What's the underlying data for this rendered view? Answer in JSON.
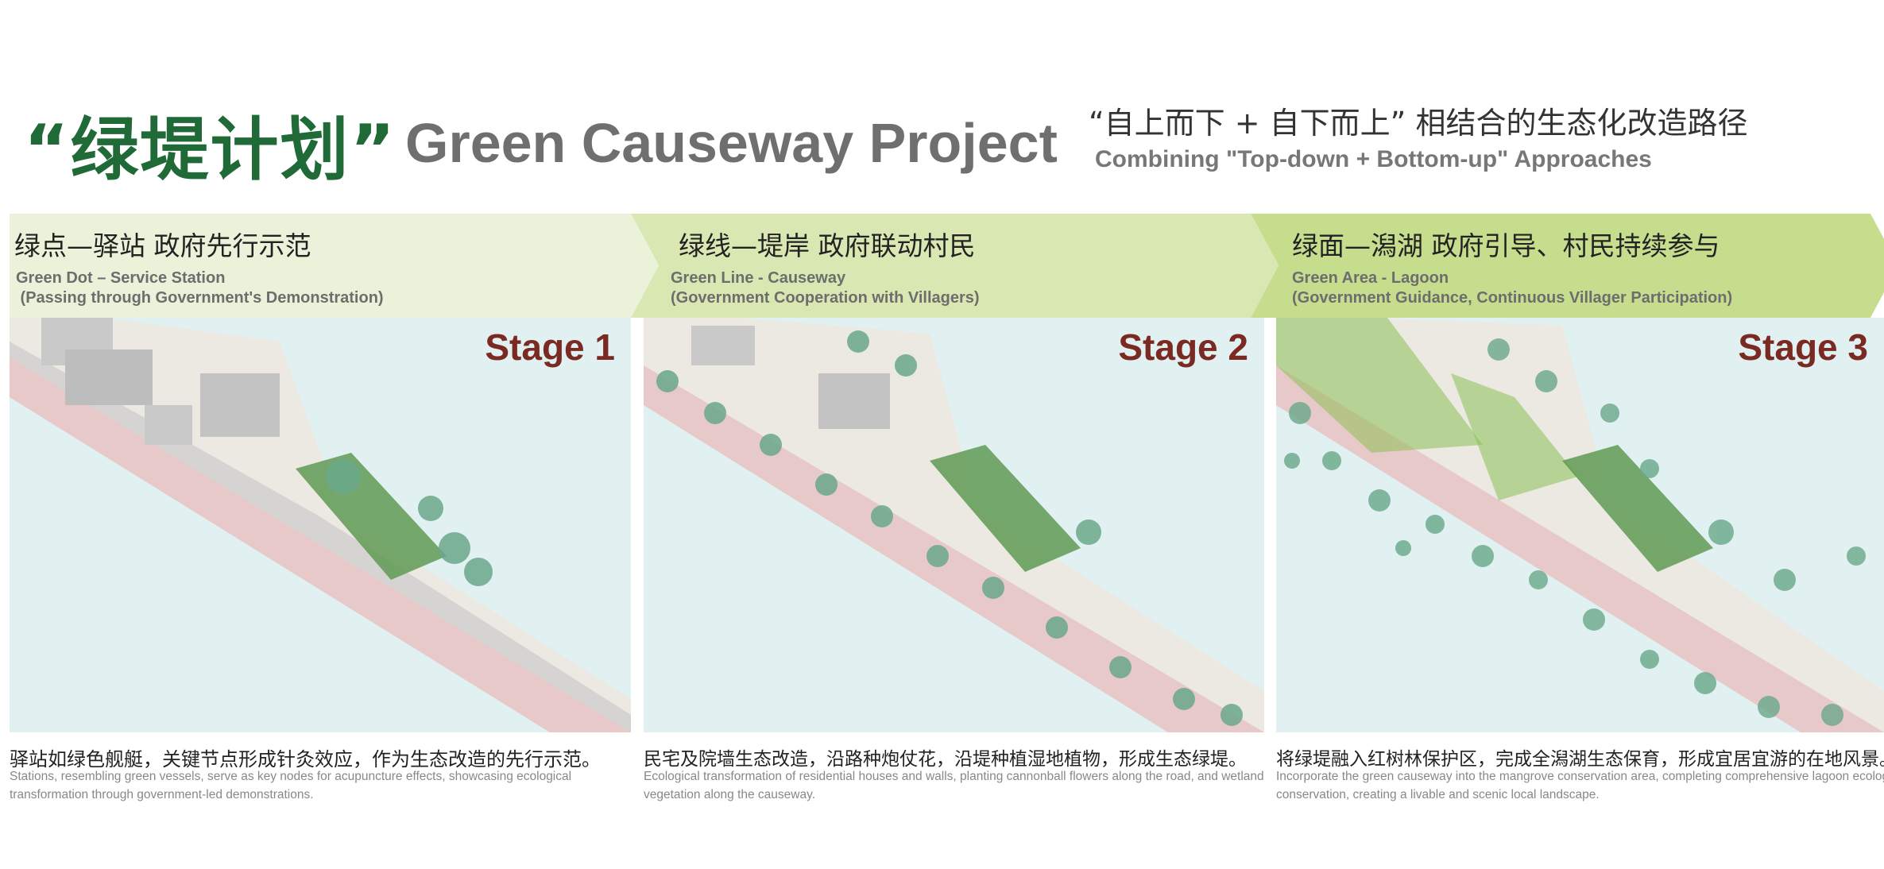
{
  "header": {
    "title_cn": "“绿堤计划”",
    "title_en": "Green Causeway Project",
    "subtitle_cn": "“自上而下 + 自下而上” 相结合的生态化改造路径",
    "subtitle_en": "Combining \"Top-down + Bottom-up\" Approaches"
  },
  "stages": [
    {
      "heading_cn": "绿点—驿站  政府先行示范",
      "heading_en_1": "Green Dot – Service Station",
      "heading_en_2": " (Passing through Government's Demonstration)",
      "stage_label": "Stage 1",
      "caption_cn": "驿站如绿色舰艇，关键节点形成针灸效应，作为生态改造的先行示范。",
      "caption_en": "Stations, resembling green vessels, serve as key nodes for acupuncture effects, showcasing ecological transformation through government-led demonstrations.",
      "band_color": "#eaf3d9"
    },
    {
      "heading_cn": "绿线—堤岸  政府联动村民",
      "heading_en_1": "Green Line - Causeway",
      "heading_en_2": "(Government Cooperation with Villagers)",
      "stage_label": "Stage 2",
      "caption_cn": "民宅及院墙生态改造，沿路种炮仗花，沿堤种植湿地植物，形成生态绿堤。",
      "caption_en": "Ecological transformation of residential houses and walls, planting cannonball flowers along the road, and wetland vegetation along the causeway.",
      "band_color": "#d9e8b2"
    },
    {
      "heading_cn": "绿面—潟湖  政府引导、村民持续参与",
      "heading_en_1": "Green Area - Lagoon",
      "heading_en_2": "(Government Guidance, Continuous Villager Participation)",
      "stage_label": "Stage 3",
      "caption_cn": "将绿堤融入红树林保护区，完成全潟湖生态保育，形成宜居宜游的在地风景。",
      "caption_en": "Incorporate the green causeway into the mangrove conservation area, completing comprehensive lagoon ecological conservation, creating a livable and scenic local landscape.",
      "band_color": "#c6dd8e"
    }
  ],
  "colors": {
    "title_green": "#1f6a37",
    "stage_red": "#7a2a22",
    "water": "#e1f0f1",
    "road": "#e8c9c9",
    "tree": "#6aa88a"
  }
}
